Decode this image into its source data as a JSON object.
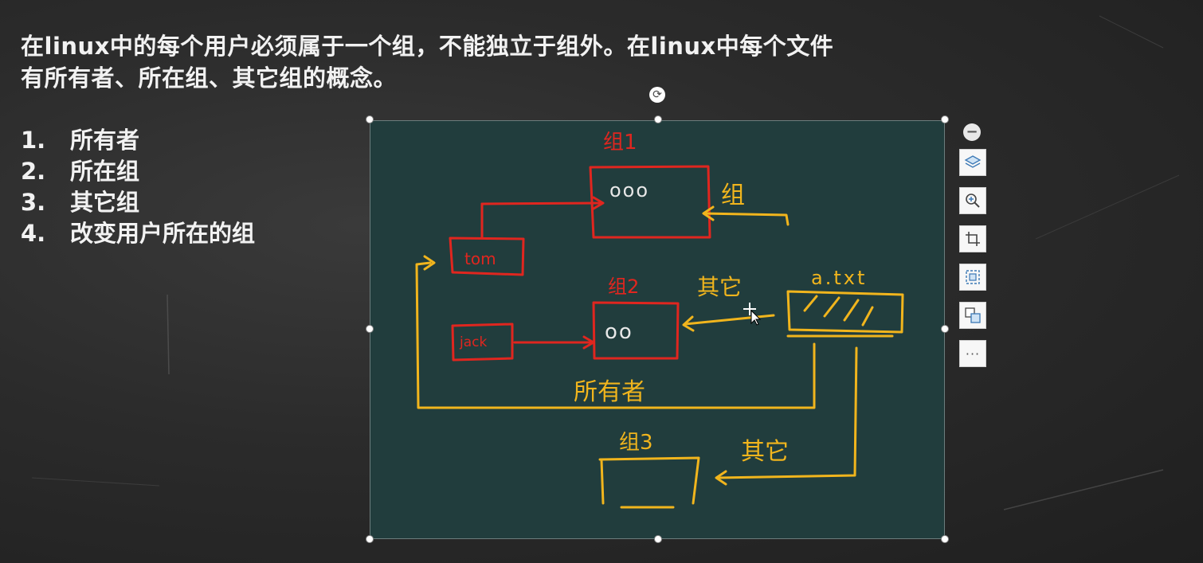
{
  "slide": {
    "heading_line1": "在linux中的每个用户必须属于一个组，不能独立于组外。在linux中每个文件",
    "heading_line2": "有所有者、所在组、其它组的概念。",
    "items": [
      {
        "num": "1.",
        "label": "所有者"
      },
      {
        "num": "2.",
        "label": "所在组"
      },
      {
        "num": "3.",
        "label": "其它组"
      },
      {
        "num": "4.",
        "label": "改变用户所在的组"
      }
    ]
  },
  "drawing": {
    "group1": "组1",
    "group2": "组2",
    "group3": "组3",
    "user_tom": "tom",
    "user_jack": "jack",
    "file_label": "a.txt",
    "group1_members": "ooo",
    "group2_members": "oo",
    "arrow_group": "组",
    "arrow_other_top": "其它",
    "arrow_owner": "所有者",
    "arrow_other_bottom": "其它",
    "colors": {
      "red": "#e0261f",
      "yellow": "#f1b51d",
      "board": "#213d3d"
    }
  },
  "image_toolbar": {
    "icons": [
      "minus-icon",
      "layers-icon",
      "zoom-in-icon",
      "crop-icon",
      "fit-icon",
      "swap-image-icon",
      "more-icon"
    ],
    "more_label": "···",
    "rotate_label": "⟳"
  }
}
